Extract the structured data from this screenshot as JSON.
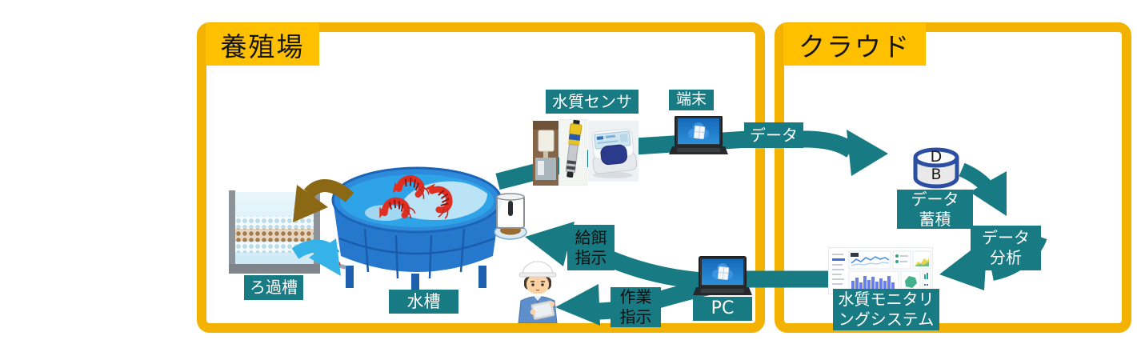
{
  "regions": {
    "farm": {
      "label": "養殖場"
    },
    "cloud": {
      "label": "クラウド"
    }
  },
  "nodes": {
    "filter_tank": {
      "label": "ろ過槽"
    },
    "water_tank": {
      "label": "水槽"
    },
    "water_sensor": {
      "label": "水質センサ"
    },
    "terminal": {
      "label": "端末"
    },
    "pc": {
      "label": "PC"
    },
    "database": {
      "label": "D\nB"
    },
    "data_storage": {
      "label": "データ\n蓄積"
    },
    "data_analysis": {
      "label": "データ\n分析"
    },
    "monitoring_system": {
      "label": "水質モニタリ\nングシステム"
    }
  },
  "flows": {
    "data_to_cloud": {
      "label": "データ"
    },
    "feeding_instruction": {
      "label": "給餌\n指示"
    },
    "work_instruction": {
      "label": "作業\n指示"
    }
  },
  "icons": {
    "database": "db-cylinder-icon",
    "terminal": "laptop-icon",
    "pc": "laptop-icon",
    "worker": "worker-person-icon",
    "feeder": "feeder-icon",
    "monitoring": "dashboard-screenshot",
    "water_tank": "water-tank-illustration",
    "filter_tank": "filter-tank-illustration",
    "sensor_photos": [
      "wall-sensor-photo",
      "probe-sensor-photo",
      "benchtop-meter-photo"
    ]
  },
  "colors": {
    "frame_yellow": "#F3B200",
    "label_yellow": "#FFC000",
    "teal": "#187A82",
    "outflow_brown": "#8B6914",
    "return_cyan": "#35B3E8",
    "db_blue": "#2B4EA2"
  }
}
